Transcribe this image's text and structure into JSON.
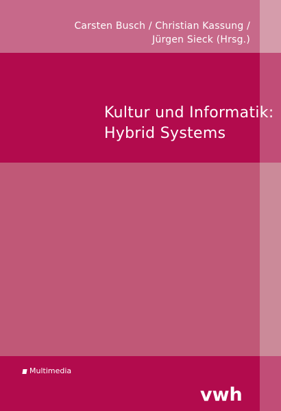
{
  "authors": {
    "line1": "Carsten Busch / Christian Kassung /",
    "line2": "Jürgen Sieck (Hrsg.)"
  },
  "title": {
    "line1": "Kultur und Informatik:",
    "line2": "Hybrid Systems"
  },
  "series": {
    "icon": "square-bullet-icon",
    "label": "Multimedia"
  },
  "publisher": {
    "logo_text": "vwh"
  },
  "colors": {
    "title_band": "#b20b4d",
    "background": "#c05877",
    "authors_band": "#c7698a",
    "side_strip": "#cb8a99",
    "text": "#ffffff"
  }
}
